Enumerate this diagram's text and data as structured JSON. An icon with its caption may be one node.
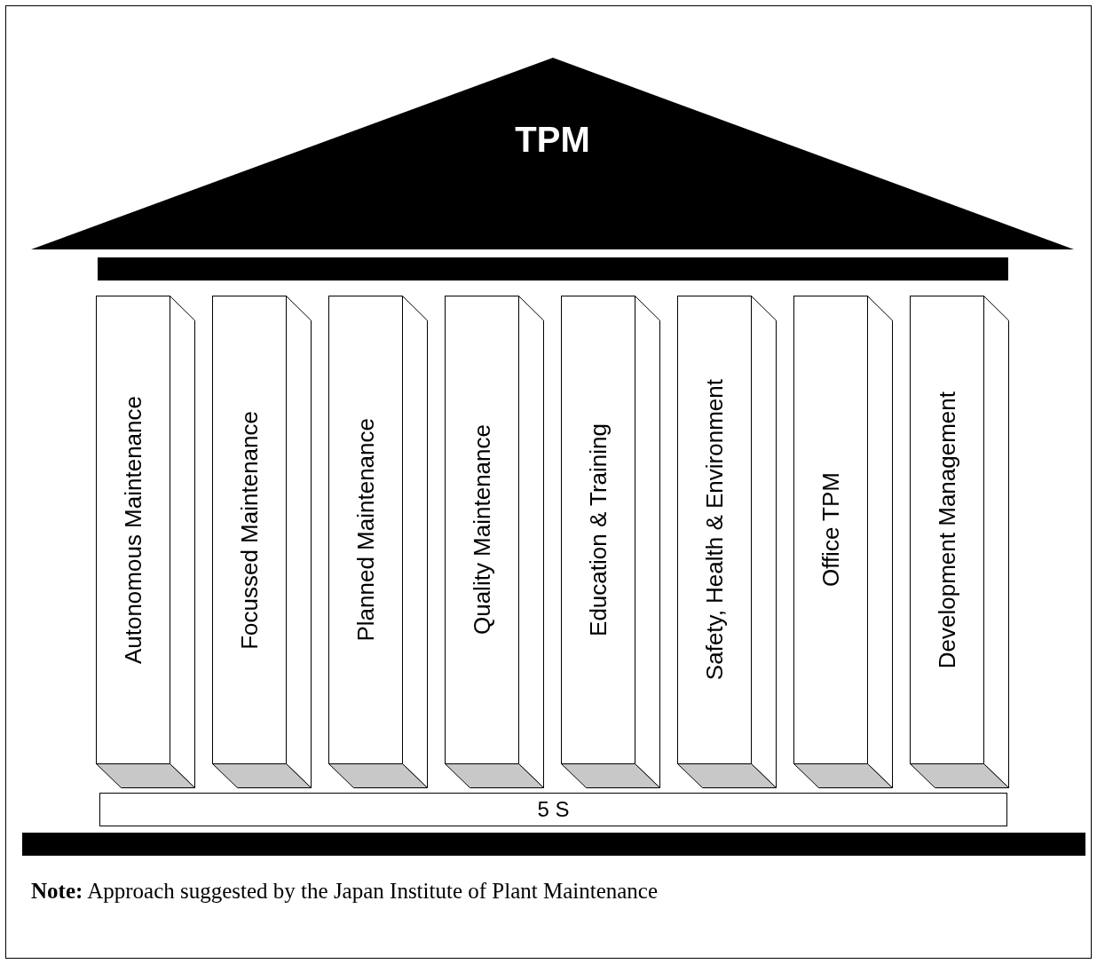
{
  "diagram": {
    "nodes": [
      {
        "text": [
          "TPM"
        ]
      },
      {
        "text": [],
        "shape": "bar"
      },
      {
        "text": [
          "Autonomous Maintenance"
        ]
      },
      {
        "text": [
          "Focussed Maintenance"
        ]
      },
      {
        "text": [
          "Planned Maintenance"
        ]
      },
      {
        "text": [
          "Quality Maintenance"
        ]
      },
      {
        "text": [
          "Education & Training"
        ]
      },
      {
        "text": [
          "Safety, Health & Environment"
        ]
      },
      {
        "text": [
          "Office TPM"
        ]
      },
      {
        "text": [
          "Development Management"
        ]
      },
      {
        "text": [
          "5 S"
        ]
      }
    ],
    "labels": [
      "**Note:** Approach suggested by the Japan Institute of Plant Maintenance"
    ]
  }
}
